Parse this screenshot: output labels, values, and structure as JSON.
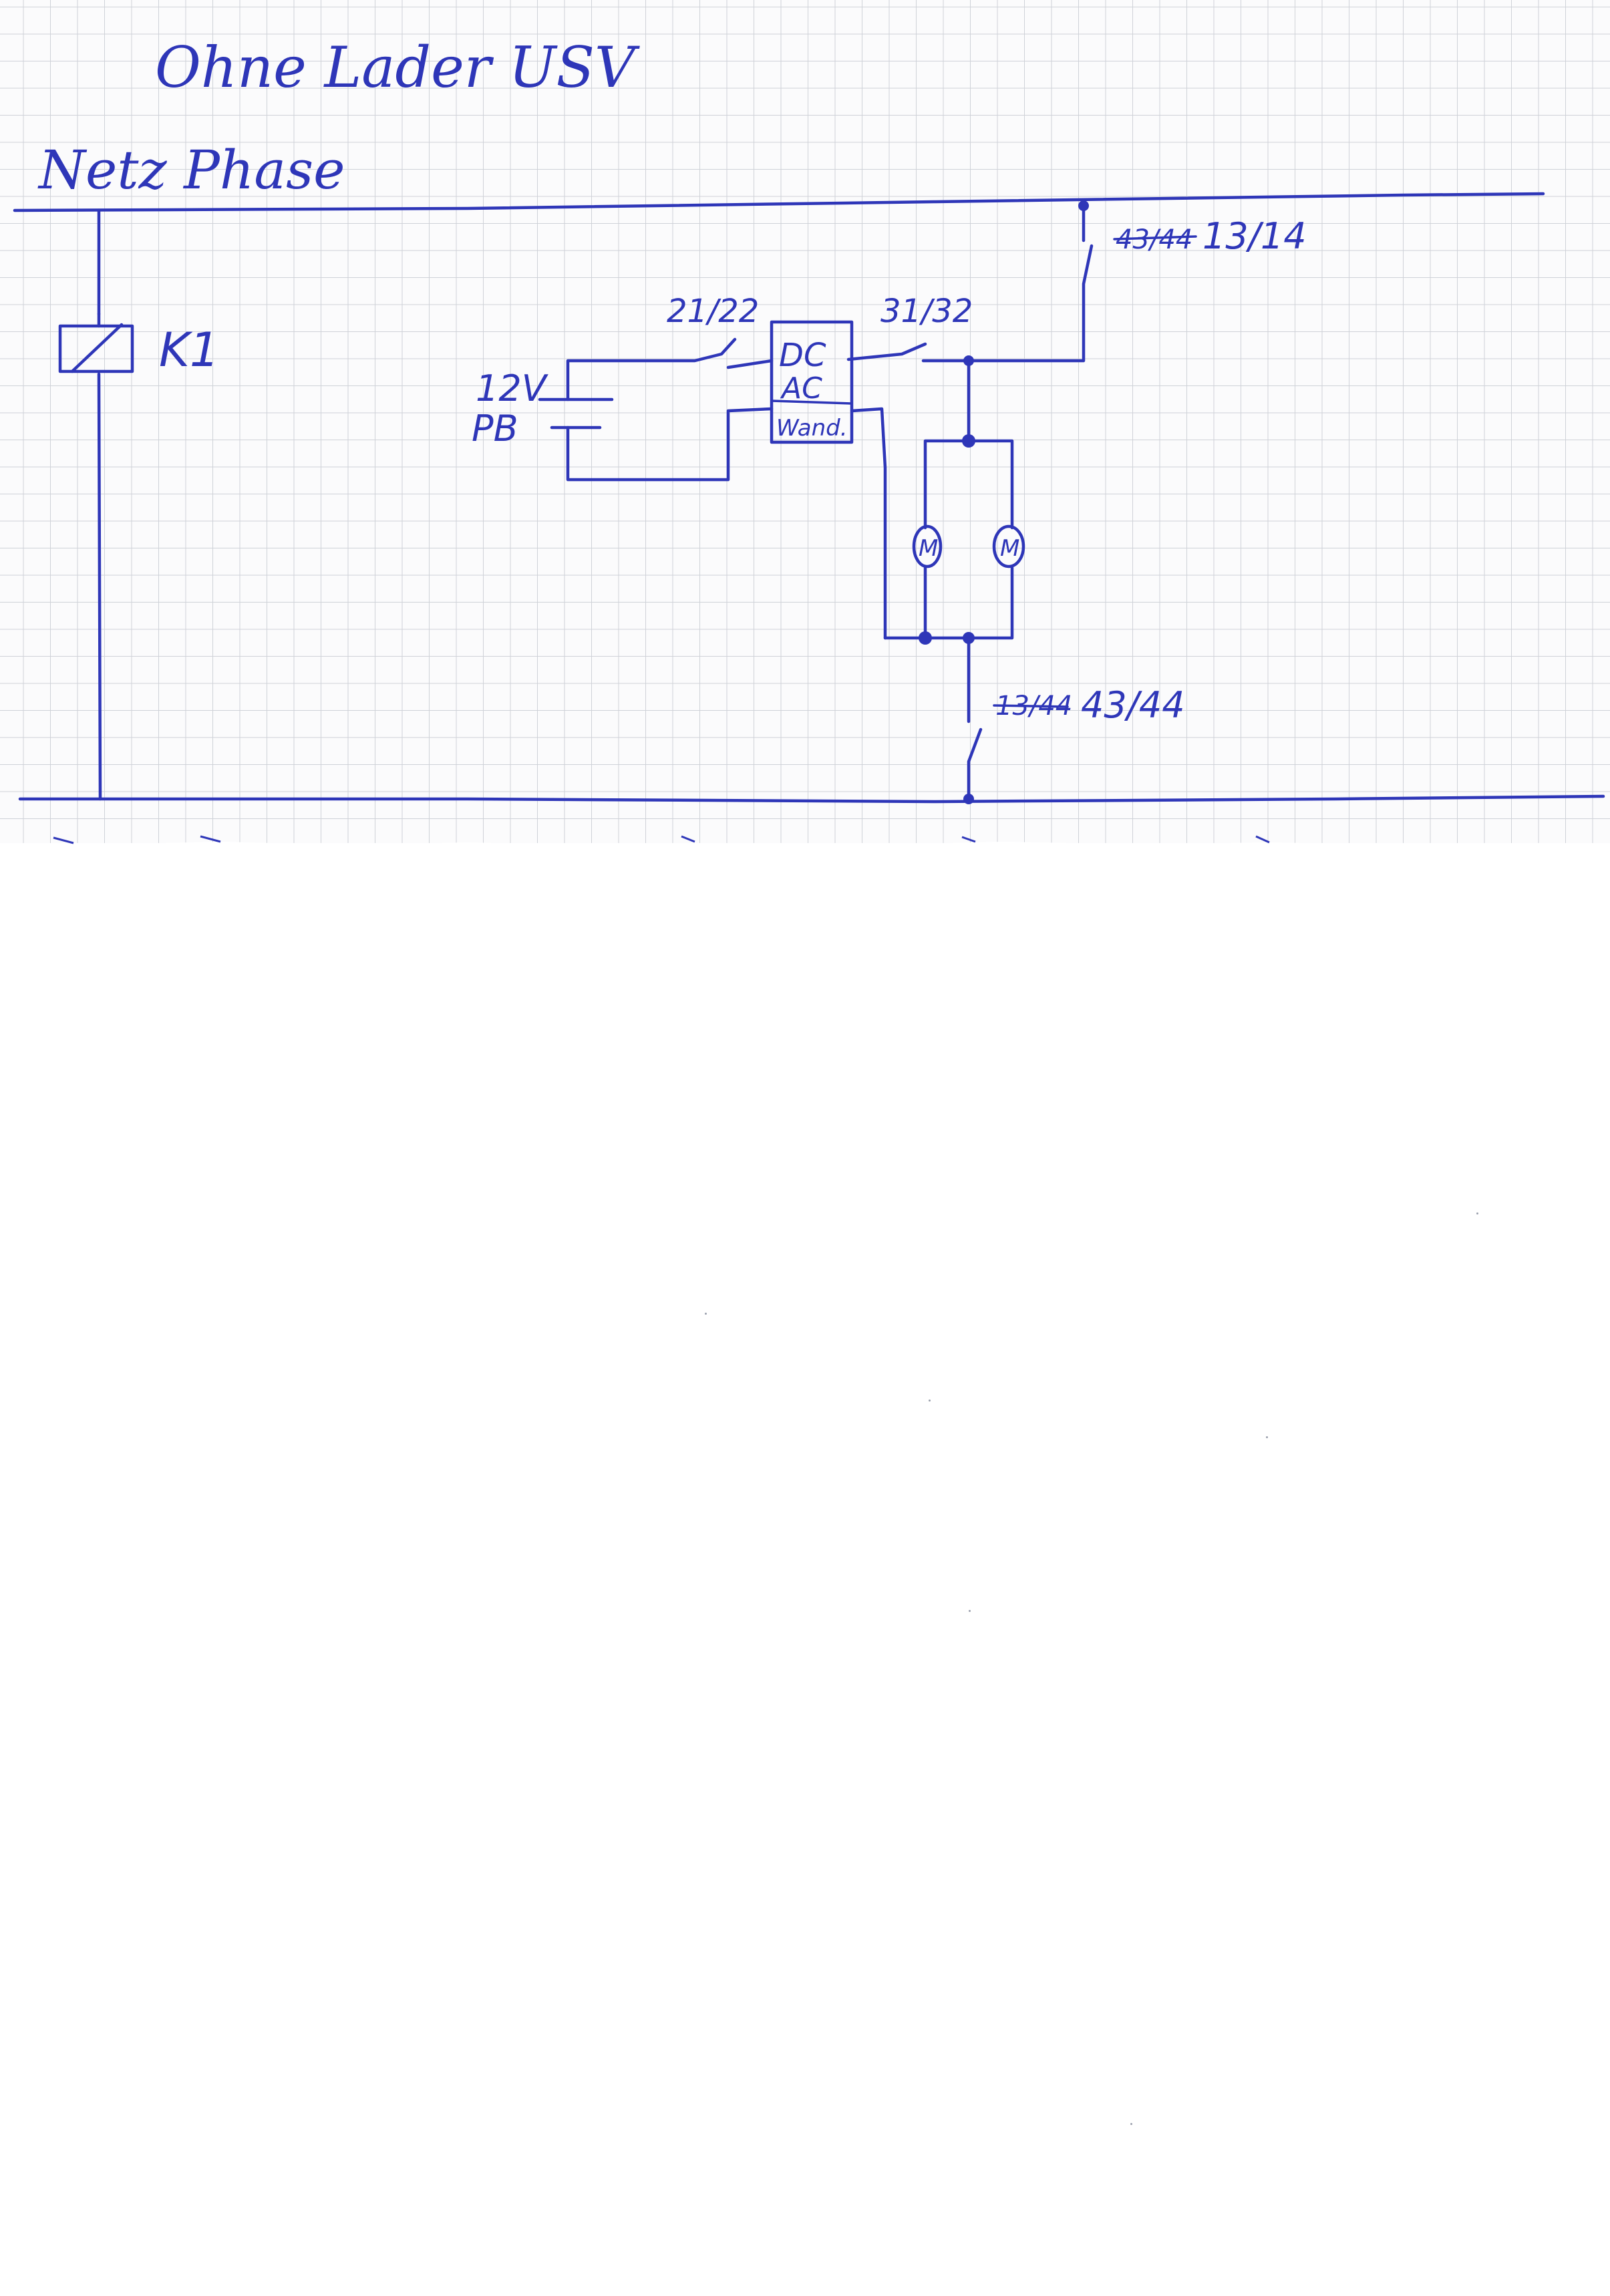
{
  "title": "Ohne Lader USV",
  "rails": {
    "top": "Netz Phase"
  },
  "relay": {
    "label": "K1"
  },
  "contacts": {
    "c1": {
      "label": "21/22"
    },
    "c2": {
      "label": "31/32"
    },
    "c3": {
      "label_crossed": "43/44",
      "label": "13/14"
    },
    "c4": {
      "label_crossed": "13/44",
      "label": "43/44"
    }
  },
  "battery": {
    "voltage": "12V",
    "type": "PB"
  },
  "converter": {
    "line1": "DC",
    "line2": "AC",
    "line3": "Wand."
  },
  "motors": [
    {
      "symbol": "M"
    },
    {
      "symbol": "M"
    }
  ],
  "colors": {
    "ink": "#2e36b8",
    "grid": "#cfd2d8",
    "paper": "#fbfbfc"
  }
}
